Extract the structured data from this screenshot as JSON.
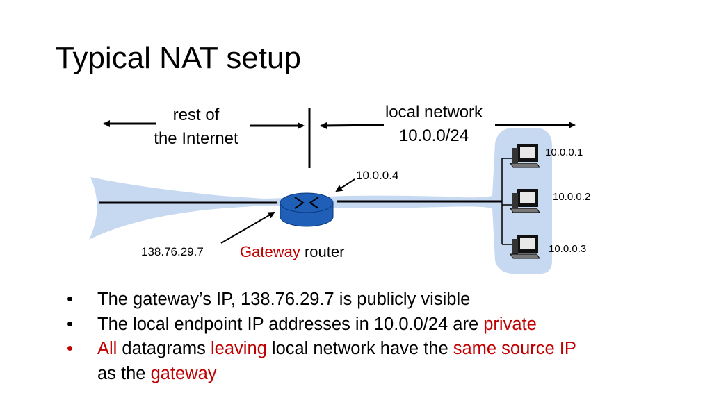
{
  "title": "Typical NAT setup",
  "diagram": {
    "rest_of_internet": [
      "rest of",
      "the Internet"
    ],
    "local_network": [
      "local network",
      "10.0.0/24"
    ],
    "router_local_ip": "10.0.0.4",
    "router_public_ip": "138.76.29.7",
    "router_label_highlight": "Gateway",
    "router_label_rest": " router",
    "hosts": [
      {
        "ip": "10.0.0.1"
      },
      {
        "ip": "10.0.0.2"
      },
      {
        "ip": "10.0.0.3"
      }
    ],
    "colors": {
      "network_halo": "#c6d9f1",
      "router": "#1f5fb8",
      "highlight": "#c00000"
    },
    "icons": [
      "router-icon",
      "computer-icon"
    ]
  },
  "bullets": [
    {
      "segments": [
        {
          "text": "The gateway’s IP, 138.76.29.7 is publicly visible",
          "red": false
        }
      ]
    },
    {
      "segments": [
        {
          "text": "The local endpoint IP addresses in 10.0.0/24 are ",
          "red": false
        },
        {
          "text": "private",
          "red": true
        }
      ]
    },
    {
      "segments": [
        {
          "text": "All",
          "red": true
        },
        {
          "text": " datagrams ",
          "red": false
        },
        {
          "text": "leaving",
          "red": true
        },
        {
          "text": " local network have the ",
          "red": false
        },
        {
          "text": "same source IP",
          "red": true
        },
        {
          "text": " as the ",
          "red": false
        },
        {
          "text": "gateway",
          "red": true
        }
      ],
      "bullet_red": true
    }
  ]
}
